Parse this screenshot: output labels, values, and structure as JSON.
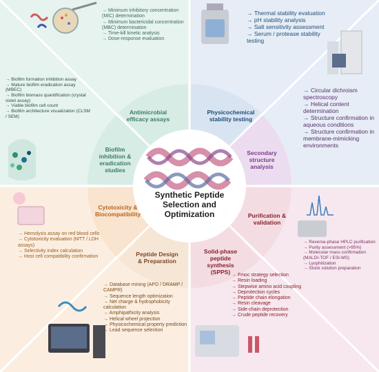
{
  "center": {
    "title_line1": "Synthetic Peptide",
    "title_line2": "Selection and Optimization"
  },
  "colors": {
    "green": "#3d7a6b",
    "blue": "#1f4e79",
    "purple": "#7a3d8a",
    "orange": "#b8651c",
    "red": "#8a1f2b",
    "brown": "#7a4a2a"
  },
  "sectors": [
    {
      "id": "antimicrobial",
      "label": [
        "Antimicrobial",
        "efficacy assays"
      ],
      "color": "#3d7a6b"
    },
    {
      "id": "physicochemical",
      "label": [
        "Physicochemical",
        "stability testing"
      ],
      "color": "#1f4e79"
    },
    {
      "id": "secondary",
      "label": [
        "Secondary",
        "structure",
        "analysis"
      ],
      "color": "#7a3d8a"
    },
    {
      "id": "purification",
      "label": [
        "Purification &",
        "validation"
      ],
      "color": "#8a1f2b"
    },
    {
      "id": "spps",
      "label": [
        "Solid-phase",
        "peptide",
        "synthesis",
        "(SPPS)"
      ],
      "color": "#8a1f2b"
    },
    {
      "id": "design",
      "label": [
        "Peptide Design",
        "& Preparation"
      ],
      "color": "#7a4a2a"
    },
    {
      "id": "cytotoxicity",
      "label": [
        "Cytotoxicity &",
        "Biocompatibility"
      ],
      "color": "#b8651c"
    },
    {
      "id": "biofilm",
      "label": [
        "Biofilm",
        "inhibition &",
        "eradication",
        "studies"
      ],
      "color": "#3d7a6b"
    }
  ],
  "lists": {
    "antimicrobial": [
      "→ Minimum inhibitory concentration (MIC) determination",
      "→ Minimum bactericidal concentration (MBC) determination",
      "→ Time-kill kinetic analysis",
      "→ Dose-response evaluation"
    ],
    "physicochemical": [
      "→ Thermal stability evaluation",
      "→ pH stability analysis",
      "→ Salt sensitivity assessment",
      "→ Serum / protease stability testing"
    ],
    "biofilm": [
      "→ Biofilm formation inhibition assay",
      "→ Mature biofilm eradication assay (MBEC)",
      "→ Biofilm biomass quantification (crystal violet assay)",
      "→ Viable biofilm cell count",
      "→ Biofilm architecture visualization (CLSM / SEM)"
    ],
    "secondary": [
      "→ Circular dichroism spectroscopy",
      "→ Helical content determination",
      "→ Structure confirmation in aqueous conditions",
      "→ Structure confirmation in membrane-mimicking environments"
    ],
    "cytotoxicity": [
      "→ Hemolysis assay on red blood cells",
      "→ Cytotoxicity evaluation (MTT / LDH assays)",
      "→ Selectivity index calculation",
      "→ Host cell compatibility confirmation"
    ],
    "purification": [
      "→ Reverse-phase HPLC purification",
      "→ Purity assessment (>95%)",
      "→ Molecular mass confirmation (MALDI-TOF / ESI-MS)",
      "→ Lyophilization",
      "→ Stock solution preparation"
    ],
    "design": [
      "→ Database mining (APD / DRAMP / CAMPR)",
      "→ Sequence length optimization",
      "→ Net charge & hydrophobicity calculation",
      "→ Amphipathicity analysis",
      "→ Helical wheel projection",
      "→ Physicochemical property prediction",
      "→ Lead sequence selection"
    ],
    "spps": [
      "→ Fmoc strategy selection",
      "→ Resin loading",
      "→ Stepwise amino acid coupling",
      "→ Deprotection cycles",
      "→ Peptide chain elongation",
      "→ Resin cleavage",
      "→ Side-chain deprotection",
      "→ Crude peptide recovery"
    ]
  },
  "icons": [
    "petri-dish-pipette-icon",
    "stability-instrument-icon",
    "cd-spectrometer-icon",
    "biofilm-microscopy-icon",
    "well-plate-icon",
    "hplc-chromatogram-icon",
    "computer-design-icon",
    "synthesizer-icon"
  ]
}
